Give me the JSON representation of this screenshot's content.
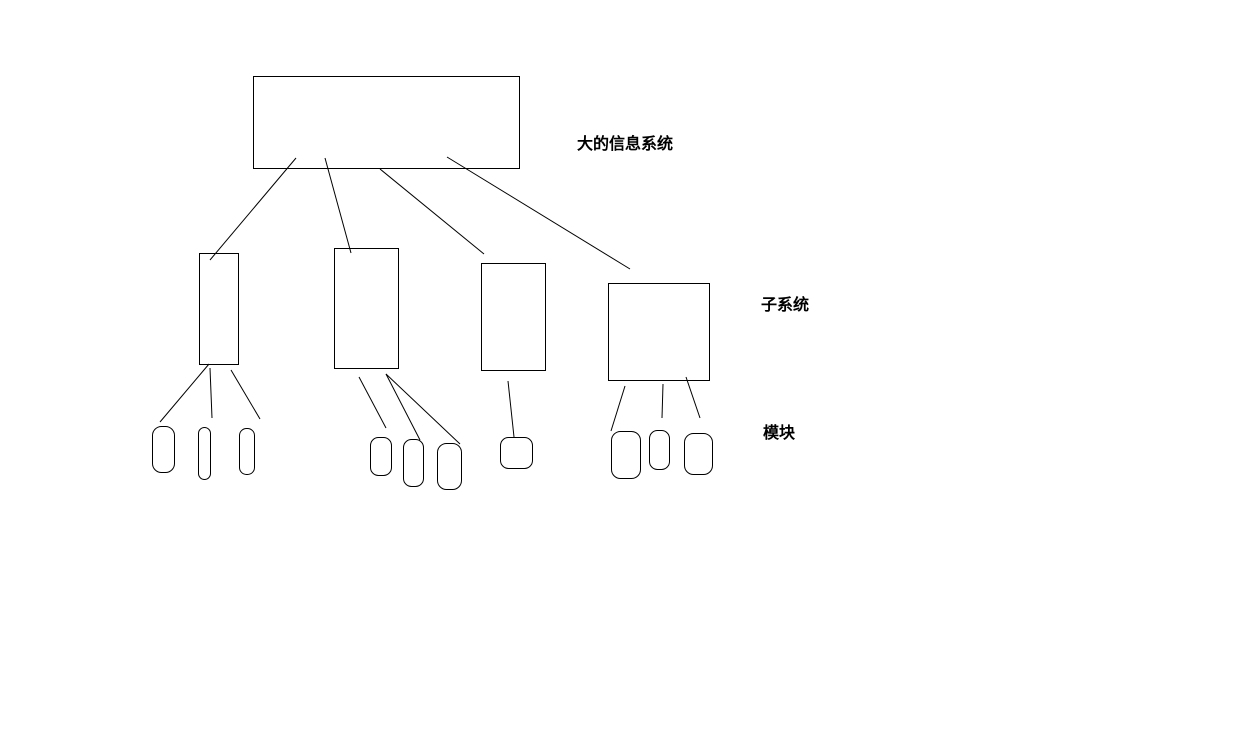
{
  "labels": {
    "level1": "大的信息系统",
    "level2": "子系统",
    "level3": "模块"
  },
  "colors": {
    "stroke": "#000000",
    "background": "#ffffff"
  }
}
